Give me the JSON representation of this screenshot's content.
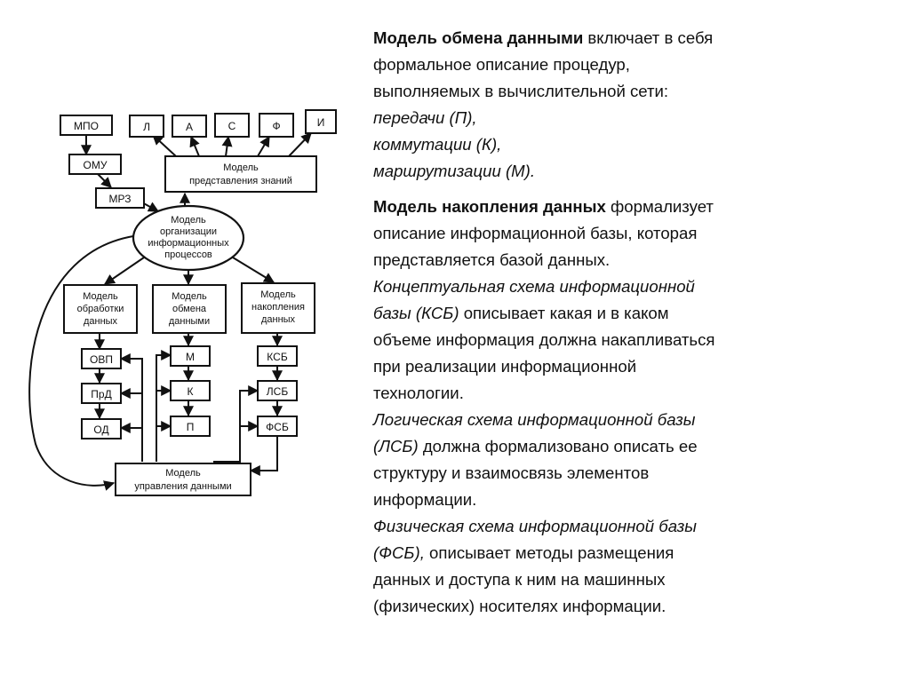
{
  "diagram": {
    "nodes": {
      "mpo": "МПО",
      "omu": "ОМУ",
      "mrz": "МРЗ",
      "l": "Л",
      "a": "А",
      "s": "С",
      "f": "Ф",
      "i": "И",
      "knowledge": [
        "Модель",
        "представления знаний"
      ],
      "org": [
        "Модель",
        "организации",
        "информационных",
        "процессов"
      ],
      "proc": [
        "Модель",
        "обработки",
        "данных"
      ],
      "exch": [
        "Модель",
        "обмена",
        "данными"
      ],
      "accum": [
        "Модель",
        "накопления",
        "данных"
      ],
      "ovp": "ОВП",
      "prd": "ПрД",
      "od": "ОД",
      "m": "М",
      "k": "К",
      "p": "П",
      "ksb": "КСБ",
      "lsb": "ЛСБ",
      "fsb": "ФСБ",
      "mgmt": [
        "Модель",
        "управления данными"
      ]
    }
  },
  "text": {
    "exchange": {
      "term": "Модель обмена данными",
      "line1_rest": " включает в себя",
      "line2": "формальное описание процедур,",
      "line3": "выполняемых в вычислительной сети:",
      "item1": "передачи (П),",
      "item2": "коммутации (К),",
      "item3": "маршрутизации (М)."
    },
    "accumulation": {
      "term": "Модель накопления данных",
      "line1_rest": " формализует",
      "line2": "описание информационной базы, которая",
      "line3": "представляется базой данных.",
      "ksb_term": "Концептуальная схема информационной",
      "ksb_term2": "базы (КСБ)",
      "ksb_rest": " описывает какая и в каком",
      "ksb_l3": "объеме информация должна накапливаться",
      "ksb_l4": "при реализации информационной",
      "ksb_l5": "технологии.",
      "lsb_term": "Логическая схема информационной базы",
      "lsb_term2": "(ЛСБ)",
      "lsb_rest": " должна формализовано описать ее",
      "lsb_l3": "структуру и взаимосвязь элементов",
      "lsb_l4": "информации.",
      "fsb_term": "Физическая схема информационной базы",
      "fsb_term2": "(ФСБ),",
      "fsb_rest": " описывает методы размещения",
      "fsb_l3": "данных и доступа к ним на машинных",
      "fsb_l4": "(физических) носителях информации."
    }
  }
}
